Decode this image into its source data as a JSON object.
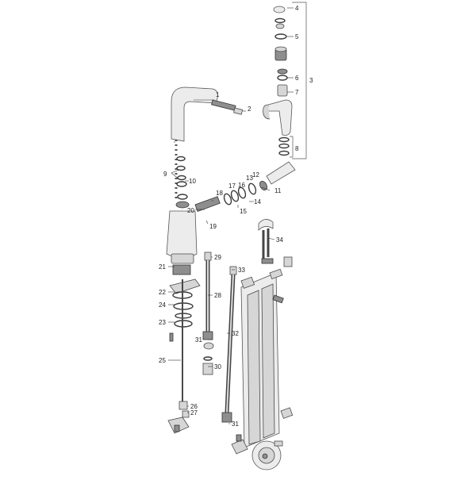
{
  "callouts": [
    {
      "id": "1",
      "text": "1"
    },
    {
      "id": "2",
      "text": "2"
    },
    {
      "id": "3",
      "text": "3"
    },
    {
      "id": "4",
      "text": "4"
    },
    {
      "id": "5",
      "text": "5"
    },
    {
      "id": "6",
      "text": "6"
    },
    {
      "id": "7",
      "text": "7"
    },
    {
      "id": "8",
      "text": "8"
    },
    {
      "id": "9",
      "text": "9"
    },
    {
      "id": "10",
      "text": "10"
    },
    {
      "id": "11",
      "text": "11"
    },
    {
      "id": "12",
      "text": "12"
    },
    {
      "id": "13",
      "text": "13"
    },
    {
      "id": "14",
      "text": "14"
    },
    {
      "id": "15",
      "text": "15"
    },
    {
      "id": "16",
      "text": "16"
    },
    {
      "id": "17",
      "text": "17"
    },
    {
      "id": "18",
      "text": "18"
    },
    {
      "id": "19",
      "text": "19"
    },
    {
      "id": "20",
      "text": "20"
    },
    {
      "id": "21",
      "text": "21"
    },
    {
      "id": "22",
      "text": "22"
    },
    {
      "id": "23",
      "text": "23"
    },
    {
      "id": "24",
      "text": "24"
    },
    {
      "id": "25",
      "text": "25"
    },
    {
      "id": "26",
      "text": "26"
    },
    {
      "id": "27",
      "text": "27"
    },
    {
      "id": "28",
      "text": "28"
    },
    {
      "id": "29",
      "text": "29"
    },
    {
      "id": "30",
      "text": "30"
    },
    {
      "id": "31a",
      "text": "31"
    },
    {
      "id": "31b",
      "text": "31"
    },
    {
      "id": "32",
      "text": "32"
    },
    {
      "id": "33",
      "text": "33"
    },
    {
      "id": "34",
      "text": "34"
    }
  ]
}
